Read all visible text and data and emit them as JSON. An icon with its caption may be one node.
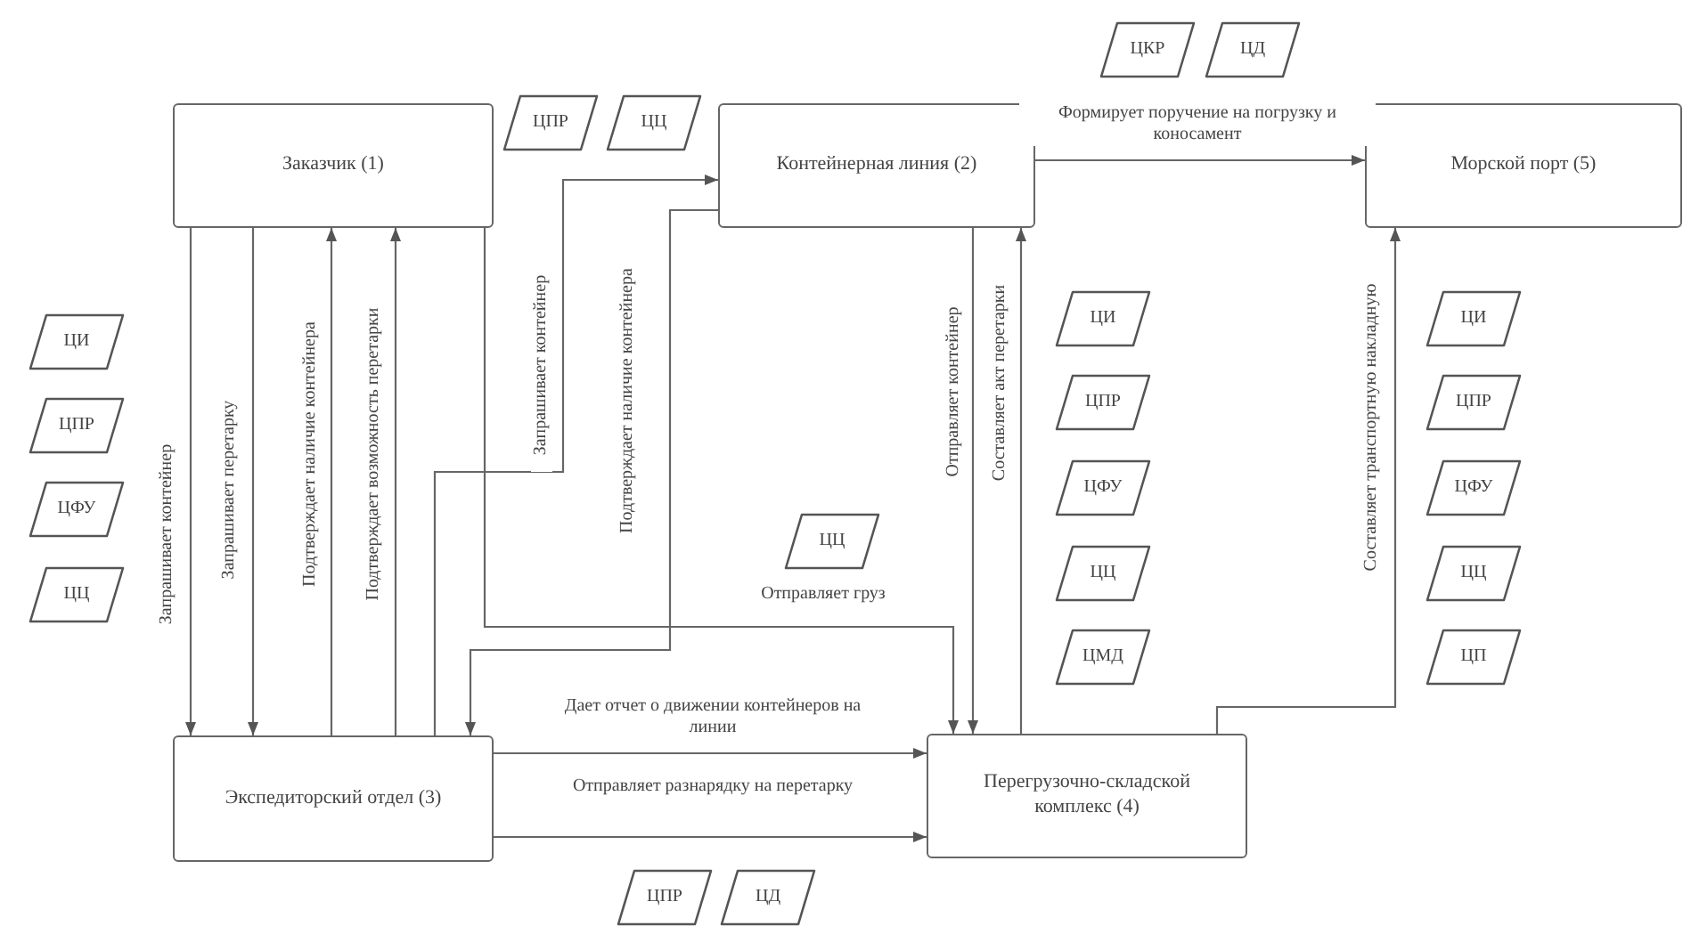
{
  "diagram": {
    "nodes": [
      {
        "text": [
          "Заказчик (1)"
        ]
      },
      {
        "text": [
          "Контейнерная линия (2)"
        ]
      },
      {
        "text": [
          "Морской порт (5)"
        ]
      },
      {
        "text": [
          "Экспедиторский отдел (3)"
        ]
      },
      {
        "text": [
          "Перегрузочно-складской комплекс (4)"
        ]
      },
      {
        "text": [
          "ЦИ"
        ]
      },
      {
        "text": [
          "ЦПР"
        ]
      },
      {
        "text": [
          "ЦФУ"
        ]
      },
      {
        "text": [
          "ЦЦ"
        ]
      },
      {
        "text": [
          "ЦПР"
        ]
      },
      {
        "text": [
          "ЦЦ"
        ]
      },
      {
        "text": [
          "ЦКР"
        ]
      },
      {
        "text": [
          "ЦД"
        ]
      },
      {
        "text": [
          "ЦИ"
        ]
      },
      {
        "text": [
          "ЦПР"
        ]
      },
      {
        "text": [
          "ЦФУ"
        ]
      },
      {
        "text": [
          "ЦЦ"
        ]
      },
      {
        "text": [
          "ЦМД"
        ]
      },
      {
        "text": [
          "ЦИ"
        ]
      },
      {
        "text": [
          "ЦПР"
        ]
      },
      {
        "text": [
          "ЦФУ"
        ]
      },
      {
        "text": [
          "ЦЦ"
        ]
      },
      {
        "text": [
          "ЦП"
        ]
      },
      {
        "text": [
          "ЦЦ"
        ]
      },
      {
        "text": [
          "ЦПР"
        ]
      },
      {
        "text": [
          "ЦД"
        ]
      }
    ],
    "edges": [
      {
        "from": 0,
        "to": 3,
        "arrow": "to",
        "label": "Запрашивает контейнер"
      },
      {
        "from": 0,
        "to": 3,
        "arrow": "to",
        "label": "Запрашивает перетарку"
      },
      {
        "from": 3,
        "to": 0,
        "arrow": "to",
        "label": "Подтверждает наличие контейнера"
      },
      {
        "from": 3,
        "to": 0,
        "arrow": "to",
        "label": "Подтверждает возможность перетарки"
      },
      {
        "from": 3,
        "to": 1,
        "arrow": "to",
        "label": "Запрашивает контейнер"
      },
      {
        "from": 1,
        "to": 3,
        "arrow": "to",
        "label": "Подтверждает наличие контейнера"
      },
      {
        "from": 0,
        "to": 4,
        "arrow": "to",
        "label": "Отправляет груз"
      },
      {
        "from": 1,
        "to": 4,
        "arrow": "to",
        "label": "Отправляет контейнер"
      },
      {
        "from": 4,
        "to": 1,
        "arrow": "to",
        "label": "Составляет акт перетарки"
      },
      {
        "from": 3,
        "to": 4,
        "arrow": "to",
        "label": "Дает отчет о движении контейнеров на линии"
      },
      {
        "from": 3,
        "to": 4,
        "arrow": "to",
        "label": "Отправляет разнарядку на перетарку"
      },
      {
        "from": 1,
        "to": 2,
        "arrow": "to",
        "label": "Формирует поручение на погрузку и коносамент"
      },
      {
        "from": 4,
        "to": 2,
        "arrow": "to",
        "label": "Составляет транспортную накладную"
      }
    ]
  }
}
